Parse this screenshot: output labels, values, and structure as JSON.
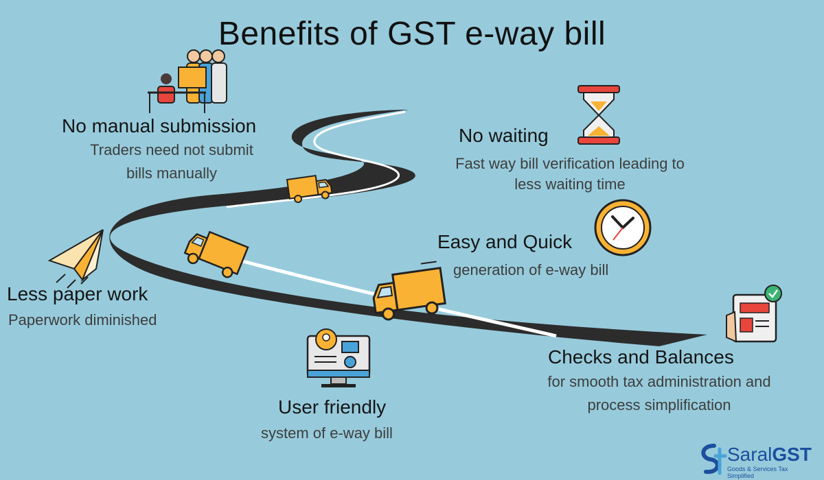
{
  "title": "Benefits of GST e-way bill",
  "benefits": {
    "no_manual": {
      "heading": "No manual submission",
      "line1": "Traders need not submit",
      "line2": "bills manually"
    },
    "no_waiting": {
      "heading": "No waiting",
      "line1": "Fast way bill verification leading to",
      "line2": "less waiting time"
    },
    "easy_quick": {
      "heading": "Easy and Quick",
      "line1": "generation of e-way bill"
    },
    "less_paper": {
      "heading": "Less paper work",
      "line1": "Paperwork diminished"
    },
    "user_friendly": {
      "heading": "User friendly",
      "line1": "system of e-way bill"
    },
    "checks": {
      "heading": "Checks and Balances",
      "line1": "for smooth tax administration and",
      "line2": "process simplification"
    }
  },
  "logo": {
    "prefix": "Saral",
    "brand": "GST",
    "tagline": "Goods & Services Tax Simplified"
  },
  "colors": {
    "background": "#97cbdc",
    "road": "#2c2c2c",
    "truck": "#f9b233",
    "accent_red": "#e8453c"
  }
}
